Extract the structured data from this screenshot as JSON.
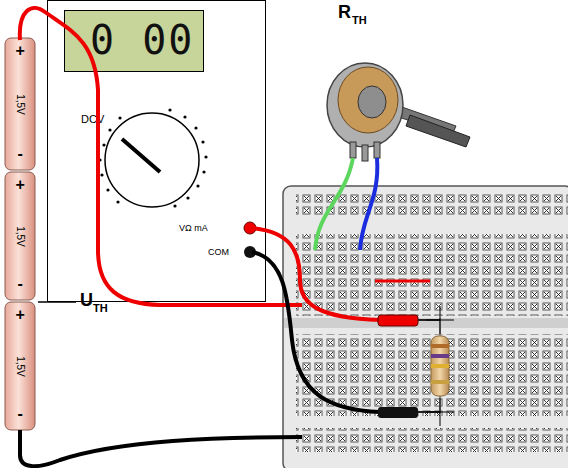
{
  "diagram": {
    "nodes": [
      {
        "text": [
          "DCV",
          "VΩ mA",
          "COM"
        ]
      },
      {
        "text": [
          "0 00"
        ],
        "in": 0
      },
      {
        "text": [
          "+",
          "1,5V",
          "-"
        ]
      },
      {
        "text": [
          "+",
          "1,5V",
          "-"
        ]
      },
      {
        "text": [
          "+",
          "1,5V",
          "-"
        ]
      }
    ],
    "labels": [
      "R",
      "TH",
      "U",
      "TH"
    ]
  }
}
